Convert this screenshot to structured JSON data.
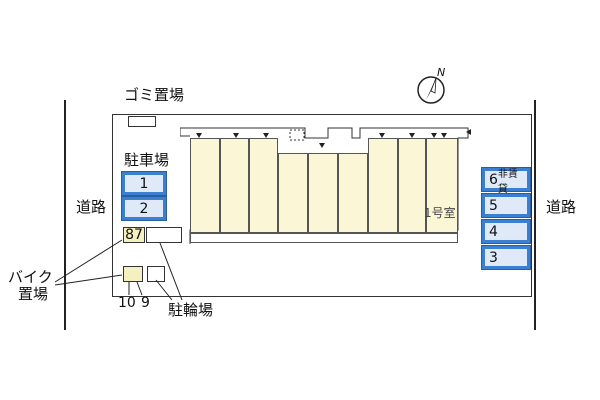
{
  "labels": {
    "garbage": "ゴミ置場",
    "parking": "駐車場",
    "road_left": "道路",
    "road_right": "道路",
    "bike_area_line1": "バイク",
    "bike_area_line2": "置場",
    "bicycle": "駐輪場",
    "room": "1号室",
    "north": "N"
  },
  "parking_left": [
    "1",
    "2"
  ],
  "parking_right": [
    "6",
    "5",
    "4",
    "3"
  ],
  "parking_right_note": "非賃貸",
  "bike_spaces": {
    "top_pair": [
      "8",
      "7"
    ],
    "bottom_numbers": [
      "10",
      "9"
    ]
  },
  "colors": {
    "parking_fill": "#3b7fd1",
    "building_fill": "#fbf6d6",
    "outline": "#333333"
  }
}
